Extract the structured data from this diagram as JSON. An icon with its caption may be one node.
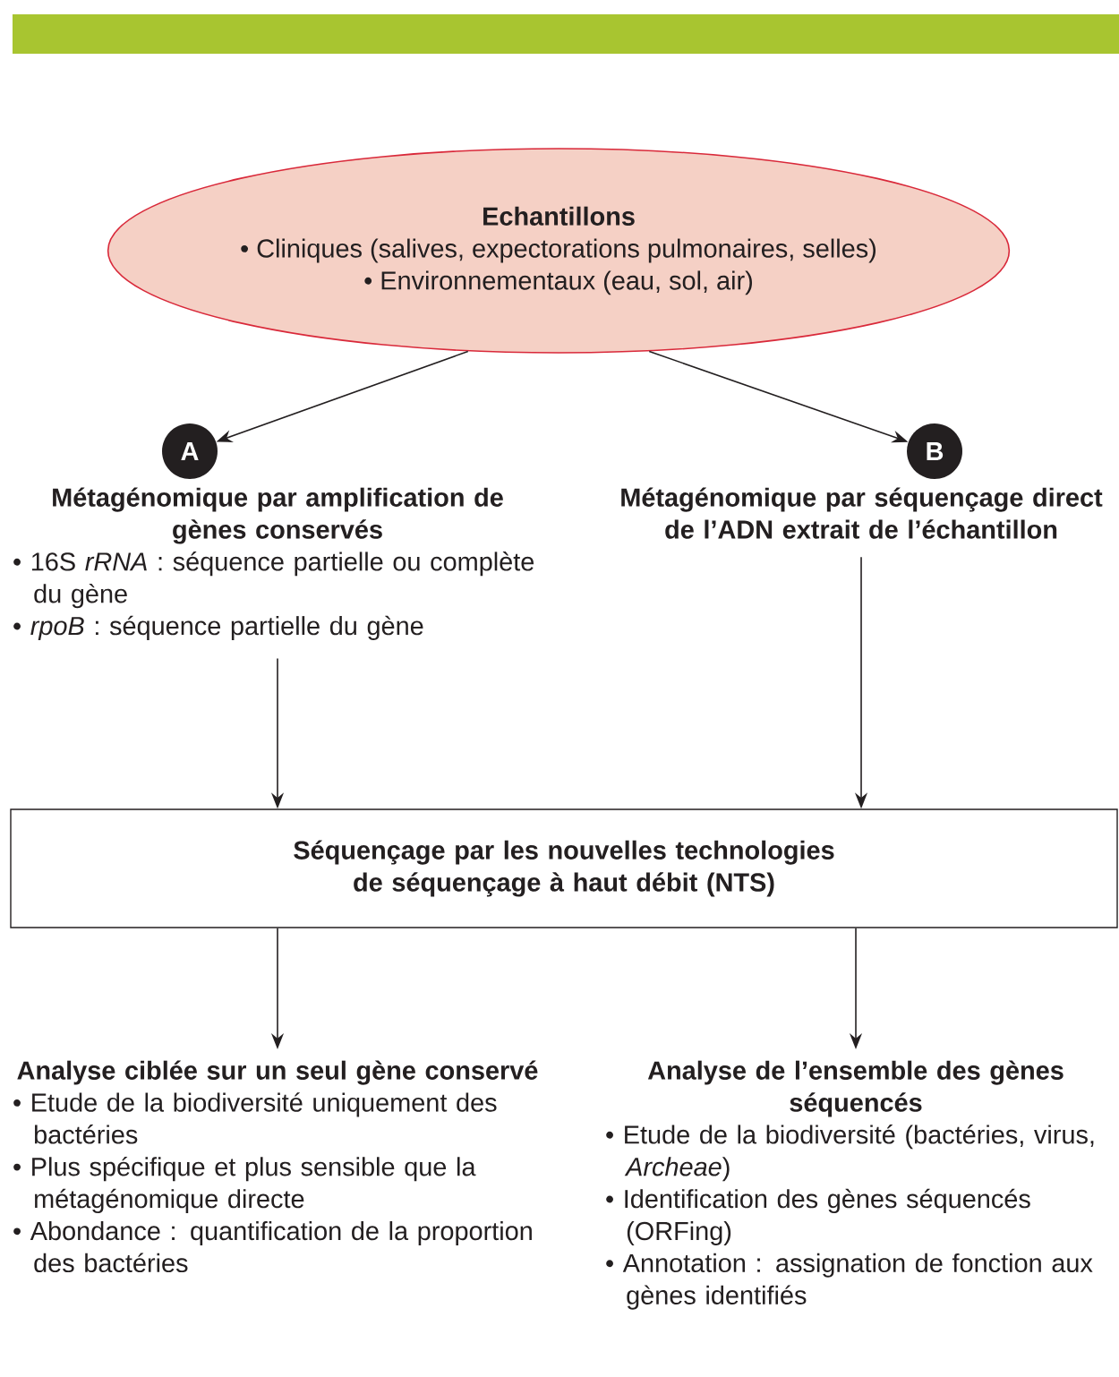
{
  "diagram": {
    "nodes": [
      {
        "text": [
          "Echantillons",
          "• Cliniques (salives, expectorations pulmonaires, selles)",
          "• Environnementaux (eau, sol, air)"
        ]
      },
      {
        "text": [
          "A"
        ]
      },
      {
        "text": [
          "B"
        ]
      },
      {
        "text": [
          "Métagénomique par amplification de gènes conservés",
          "• 16S *rRNA* : séquence partielle ou complète du gène",
          "• *rpoB* : séquence partielle du gène"
        ]
      },
      {
        "text": [
          "Métagénomique par séquençage direct de l’ADN extrait de l’échantillon"
        ]
      },
      {
        "text": [
          "Séquençage par les nouvelles technologies de séquençage à haut débit (NTS)"
        ]
      },
      {
        "text": [
          "Analyse ciblée sur un seul gène conservé",
          "• Etude de la biodiversité uniquement des bactéries",
          "• Plus spécifique et plus sensible que la métagénomique directe",
          "• Abondance : quantification de la proportion des bactéries"
        ]
      },
      {
        "text": [
          "Analyse de l’ensemble des gènes séquencés",
          "• Etude de la biodiversité (bactéries, virus, *Archeae*)",
          "• Identification des gènes séquencés (ORFing)",
          "• Annotation : assignation de fonction aux gènes identifiés"
        ]
      }
    ],
    "edges": [
      {
        "from": 0,
        "to": 1,
        "arrow": "to"
      },
      {
        "from": 0,
        "to": 2,
        "arrow": "to"
      },
      {
        "from": 3,
        "to": 5,
        "arrow": "to"
      },
      {
        "from": 4,
        "to": 5,
        "arrow": "to"
      },
      {
        "from": 5,
        "to": 6,
        "arrow": "to"
      },
      {
        "from": 5,
        "to": 7,
        "arrow": "to"
      }
    ]
  }
}
